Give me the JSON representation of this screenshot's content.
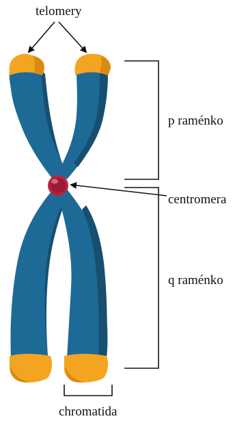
{
  "labels": {
    "telomeres": "telomery",
    "p_arm": "p raménko",
    "centromere": "centromera",
    "q_arm": "q raménko",
    "chromatid": "chromatida"
  },
  "colors": {
    "chromatid_body": "#1e6a96",
    "chromatid_shadow": "#164f70",
    "telomere": "#f3a522",
    "telomere_shadow": "#d98a10",
    "centromere": "#b8233f",
    "centromere_highlight": "#e0607a",
    "lines": "#111111"
  }
}
